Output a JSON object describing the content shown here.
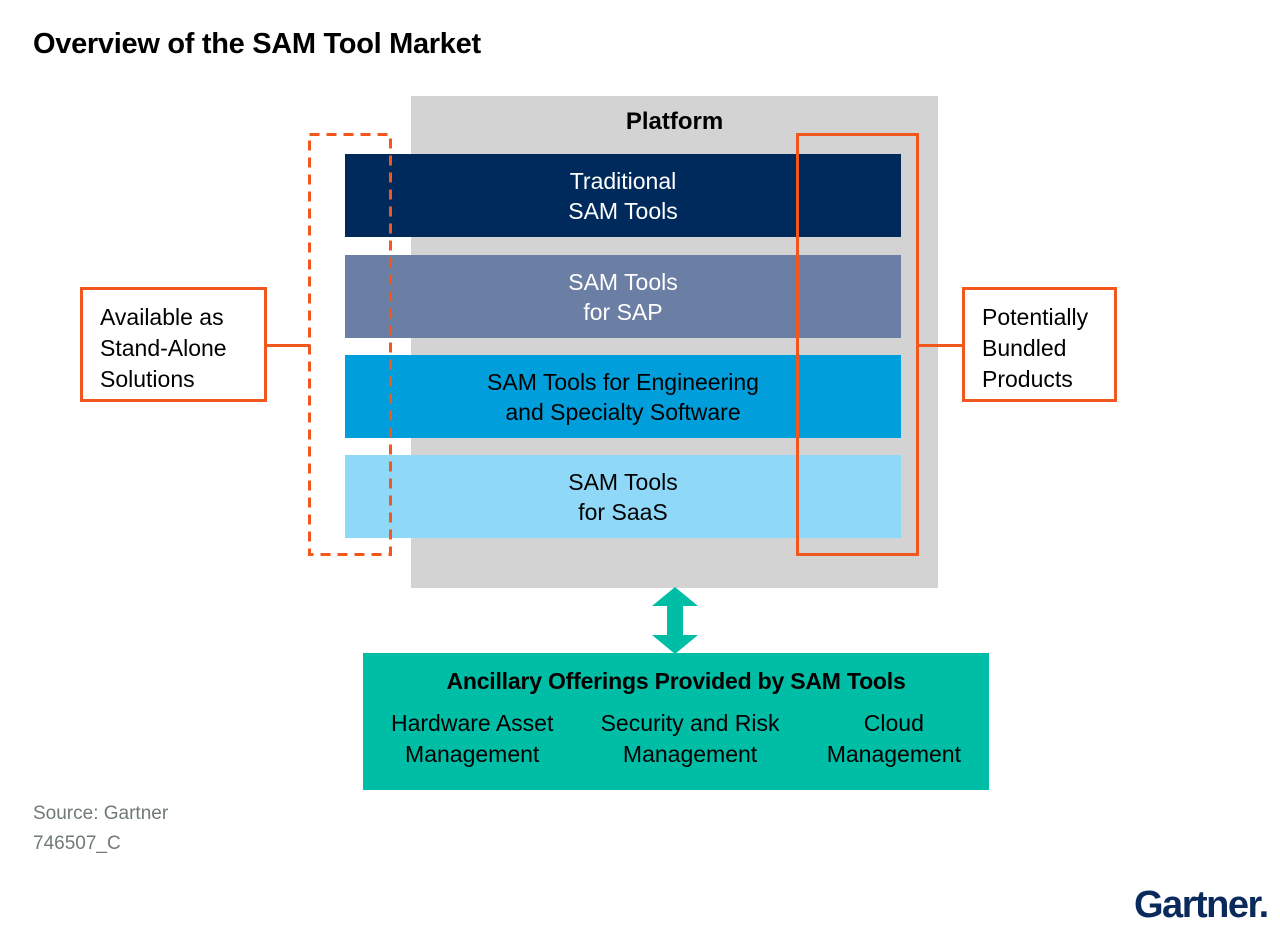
{
  "title": "Overview of the SAM Tool Market",
  "platform": {
    "label": "Platform",
    "bars": [
      {
        "line1": "Traditional",
        "line2": "SAM Tools",
        "bg": "#002A5C",
        "text_color": "#FFFFFF"
      },
      {
        "line1": "SAM Tools",
        "line2": "for SAP",
        "bg": "#6B7EA3",
        "text_color": "#FFFFFF"
      },
      {
        "line1": "SAM Tools for Engineering",
        "line2": "and Specialty Software",
        "bg": "#009FDB",
        "text_color": "#000000"
      },
      {
        "line1": "SAM Tools",
        "line2": "for SaaS",
        "bg": "#8FD8F7",
        "text_color": "#000000"
      }
    ]
  },
  "annotations": {
    "left": {
      "line1": "Available as",
      "line2": "Stand-Alone",
      "line3": "Solutions"
    },
    "right": {
      "line1": "Potentially",
      "line2": "Bundled",
      "line3": "Products"
    }
  },
  "ancillary": {
    "title": "Ancillary Offerings Provided by SAM Tools",
    "items": [
      {
        "line1": "Hardware Asset",
        "line2": "Management"
      },
      {
        "line1": "Security and Risk",
        "line2": "Management"
      },
      {
        "line1": "Cloud",
        "line2": "Management"
      }
    ]
  },
  "footer": {
    "source": "Source: Gartner",
    "doc_id": "746507_C"
  },
  "logo_text": "Gartner.",
  "colors": {
    "platform_gray": "#D3D3D3",
    "orange": "#F2571E",
    "teal": "#00BDA6",
    "source_gray": "#6F7A78",
    "logo_navy": "#0A2A5C"
  }
}
